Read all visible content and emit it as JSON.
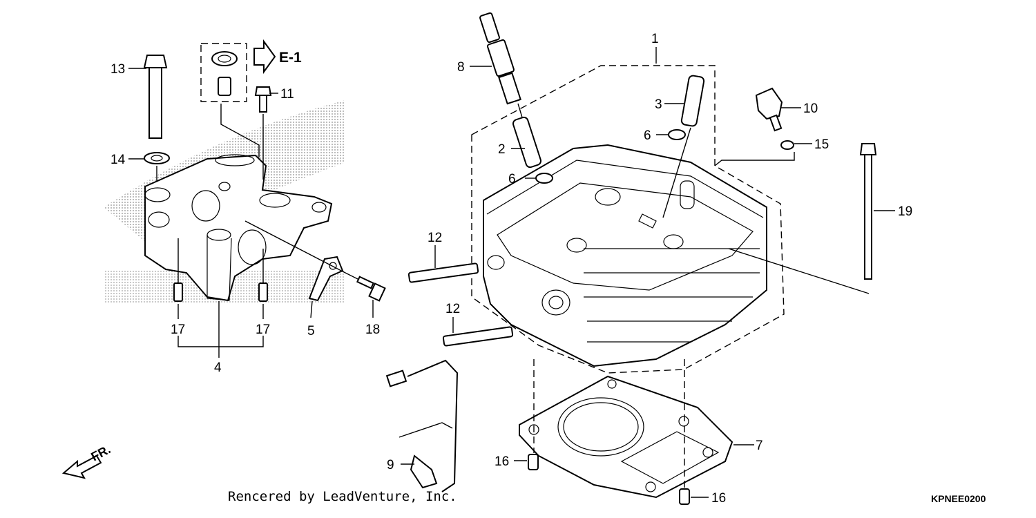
{
  "callouts": [
    {
      "id": "1",
      "text": "1"
    },
    {
      "id": "2",
      "text": "2"
    },
    {
      "id": "3",
      "text": "3"
    },
    {
      "id": "4",
      "text": "4"
    },
    {
      "id": "5",
      "text": "5"
    },
    {
      "id": "6a",
      "text": "6"
    },
    {
      "id": "6b",
      "text": "6"
    },
    {
      "id": "7",
      "text": "7"
    },
    {
      "id": "8",
      "text": "8"
    },
    {
      "id": "9",
      "text": "9"
    },
    {
      "id": "10",
      "text": "10"
    },
    {
      "id": "11",
      "text": "11"
    },
    {
      "id": "12a",
      "text": "12"
    },
    {
      "id": "12b",
      "text": "12"
    },
    {
      "id": "13",
      "text": "13"
    },
    {
      "id": "14",
      "text": "14"
    },
    {
      "id": "15",
      "text": "15"
    },
    {
      "id": "16a",
      "text": "16"
    },
    {
      "id": "16b",
      "text": "16"
    },
    {
      "id": "17a",
      "text": "17"
    },
    {
      "id": "17b",
      "text": "17"
    },
    {
      "id": "18",
      "text": "18"
    },
    {
      "id": "19",
      "text": "19"
    }
  ],
  "reference_label": "E-1",
  "direction_label": "FR.",
  "credit": "Rencered by LeadVenture, Inc.",
  "diagram_code": "KPNEE0200",
  "colors": {
    "line": "#000000",
    "watermark": "#bdbdbd",
    "background": "#ffffff"
  }
}
